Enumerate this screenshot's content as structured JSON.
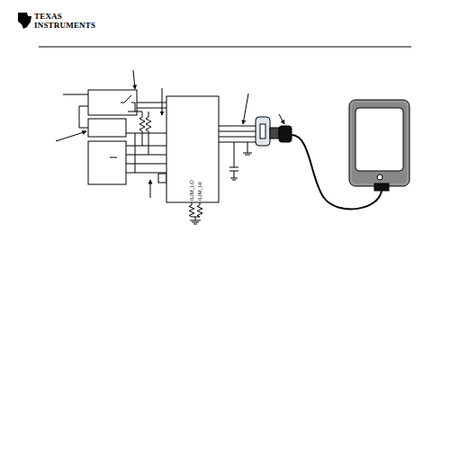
{
  "diagram": {
    "labels": [
      "TEXAS",
      "INSTRUMENTS",
      "ILIM_LO",
      "ILIM_HI"
    ]
  }
}
